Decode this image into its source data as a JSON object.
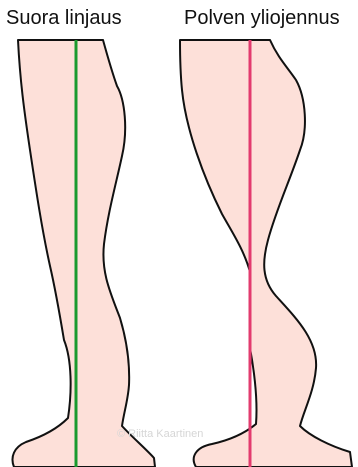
{
  "panels": [
    {
      "title": "Suora linjaus",
      "line_color": "#1a9a2e"
    },
    {
      "title": "Polven yliojennus",
      "line_color": "#e23b6e"
    }
  ],
  "watermark": "© Riitta Kaartinen",
  "leg_fill": "#fde0d9",
  "outline_color": "#111111"
}
